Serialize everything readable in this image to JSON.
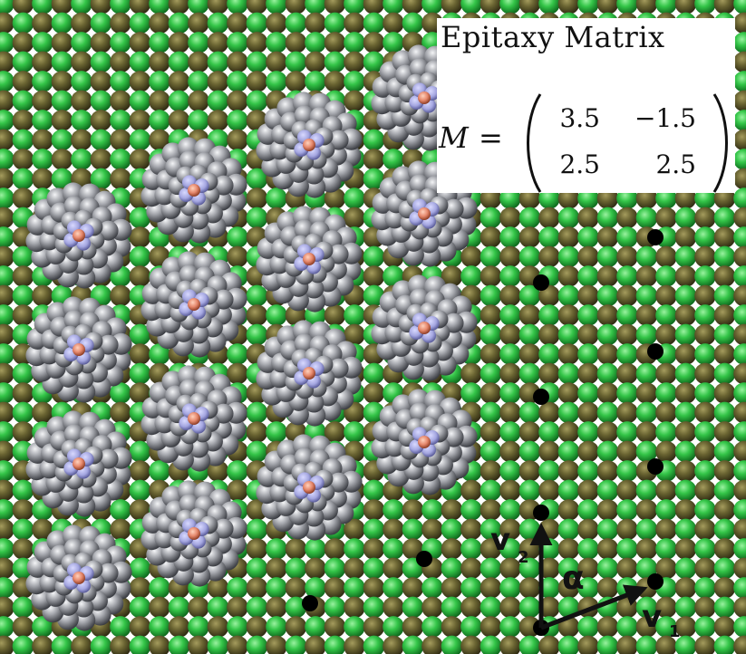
{
  "matrix": {
    "title": "Epitaxy Matrix",
    "symbol": "M",
    "equals": "=",
    "rows": [
      [
        "3.5",
        "−1.5"
      ],
      [
        "2.5",
        "2.5"
      ]
    ]
  },
  "vectors": {
    "v1_main": "v",
    "v1_sub": "1",
    "v2_main": "v",
    "v2_sub": "2",
    "angle": "α"
  },
  "colors": {
    "substrate_green": "#33c24a",
    "substrate_olive": "#6a6432",
    "molecule_gray": "#9c9ea4",
    "molecule_core": "#a9aadd",
    "molecule_center": "#e5876c",
    "marker": "#000000"
  }
}
